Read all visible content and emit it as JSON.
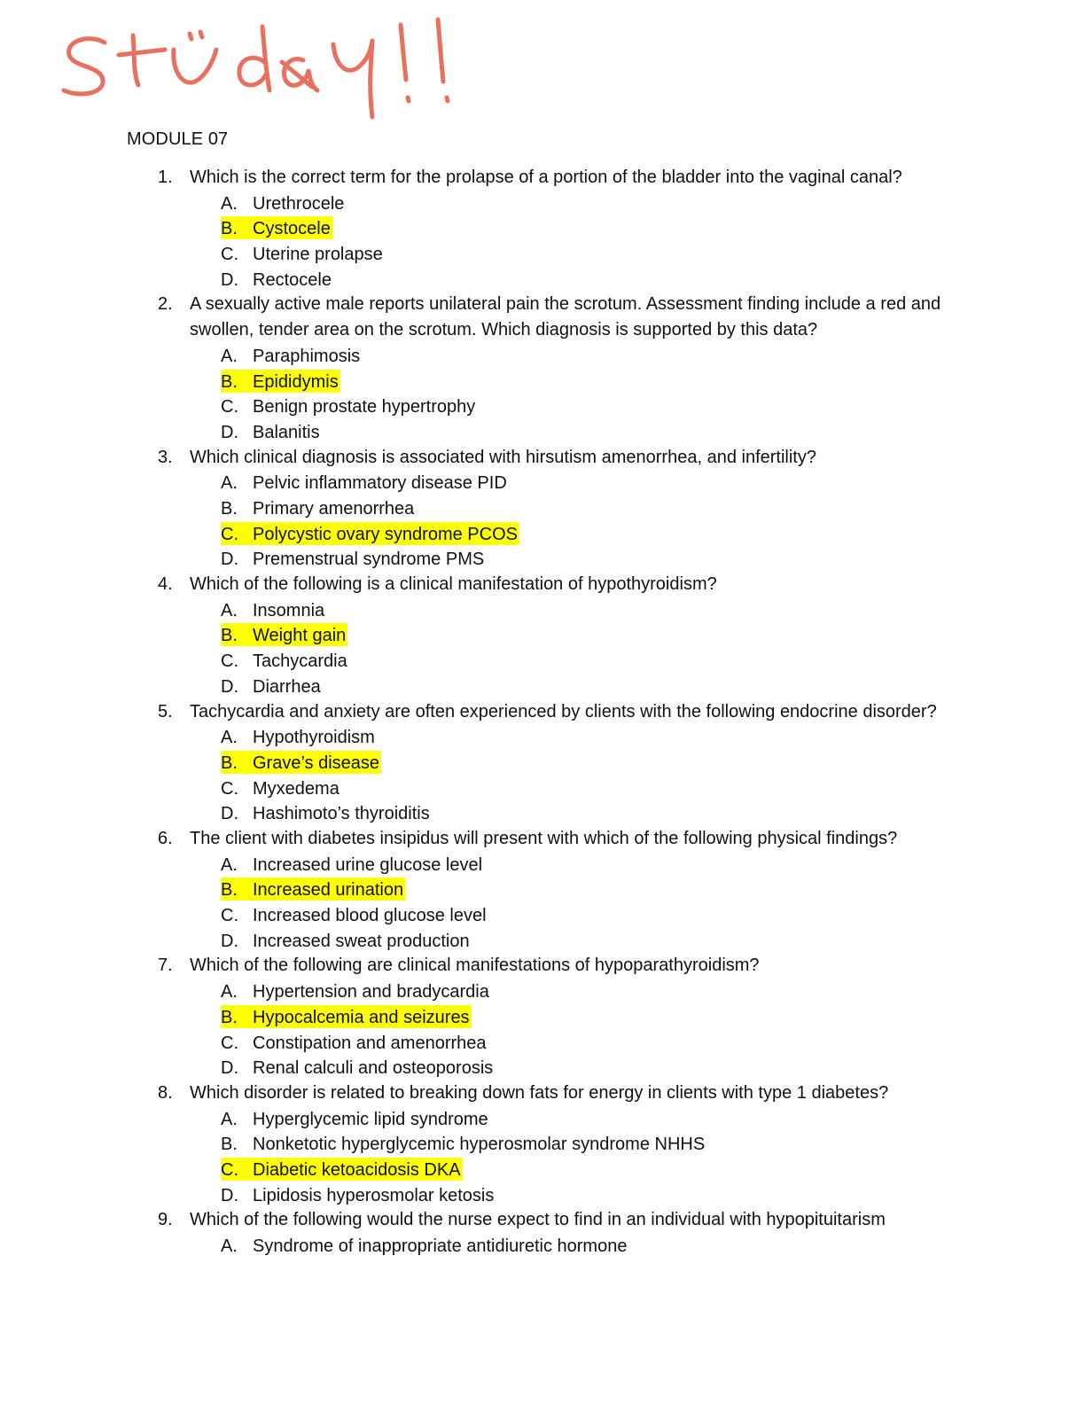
{
  "handwriting": "study!!",
  "heading": "MODULE 07",
  "colors": {
    "highlight": "#ffff00",
    "ink": "#e8705f"
  },
  "questions": [
    {
      "number": "1.",
      "text": "Which is the correct term for the prolapse of a portion of the bladder into the vaginal canal?",
      "options": [
        {
          "letter": "A.",
          "text": "Urethrocele",
          "highlighted": false
        },
        {
          "letter": "B.",
          "text": "Cystocele",
          "highlighted": true
        },
        {
          "letter": "C.",
          "text": "Uterine prolapse",
          "highlighted": false
        },
        {
          "letter": "D.",
          "text": "Rectocele",
          "highlighted": false
        }
      ]
    },
    {
      "number": "2.",
      "text": "A sexually active male reports unilateral pain the scrotum. Assessment finding include a red and swollen, tender area on the scrotum. Which diagnosis is supported by this data?",
      "options": [
        {
          "letter": "A.",
          "text": "Paraphimosis",
          "highlighted": false
        },
        {
          "letter": "B.",
          "text": "Epididymis",
          "highlighted": true
        },
        {
          "letter": "C.",
          "text": "Benign prostate hypertrophy",
          "highlighted": false
        },
        {
          "letter": "D.",
          "text": "Balanitis",
          "highlighted": false
        }
      ]
    },
    {
      "number": "3.",
      "text": "Which clinical diagnosis is associated with hirsutism amenorrhea, and infertility?",
      "options": [
        {
          "letter": "A.",
          "text": "Pelvic inflammatory disease PID",
          "highlighted": false
        },
        {
          "letter": "B.",
          "text": "Primary amenorrhea",
          "highlighted": false
        },
        {
          "letter": "C.",
          "text": "Polycystic ovary syndrome PCOS",
          "highlighted": true
        },
        {
          "letter": "D.",
          "text": "Premenstrual syndrome PMS",
          "highlighted": false
        }
      ]
    },
    {
      "number": "4.",
      "text": "Which of the following is a clinical manifestation of hypothyroidism?",
      "options": [
        {
          "letter": "A.",
          "text": "Insomnia",
          "highlighted": false
        },
        {
          "letter": "B.",
          "text": "Weight gain",
          "highlighted": true
        },
        {
          "letter": "C.",
          "text": "Tachycardia",
          "highlighted": false
        },
        {
          "letter": "D.",
          "text": "Diarrhea",
          "highlighted": false
        }
      ]
    },
    {
      "number": "5.",
      "text": "Tachycardia and anxiety are often experienced by clients with the following endocrine disorder?",
      "options": [
        {
          "letter": "A.",
          "text": "Hypothyroidism",
          "highlighted": false
        },
        {
          "letter": "B.",
          "text": "Grave’s disease",
          "highlighted": true
        },
        {
          "letter": "C.",
          "text": "Myxedema",
          "highlighted": false
        },
        {
          "letter": "D.",
          "text": "Hashimoto’s thyroiditis",
          "highlighted": false
        }
      ]
    },
    {
      "number": "6.",
      "text": "The client with diabetes insipidus will present with which of the following physical findings?",
      "options": [
        {
          "letter": "A.",
          "text": "Increased urine glucose level",
          "highlighted": false
        },
        {
          "letter": "B.",
          "text": "Increased urination",
          "highlighted": true
        },
        {
          "letter": "C.",
          "text": "Increased blood glucose level",
          "highlighted": false
        },
        {
          "letter": "D.",
          "text": "Increased sweat production",
          "highlighted": false
        }
      ]
    },
    {
      "number": "7.",
      "text": "Which of the following are clinical manifestations of hypoparathyroidism?",
      "options": [
        {
          "letter": "A.",
          "text": "Hypertension and bradycardia",
          "highlighted": false
        },
        {
          "letter": "B.",
          "text": "Hypocalcemia and seizures",
          "highlighted": true
        },
        {
          "letter": "C.",
          "text": "Constipation and amenorrhea",
          "highlighted": false
        },
        {
          "letter": "D.",
          "text": "Renal calculi and osteoporosis",
          "highlighted": false
        }
      ]
    },
    {
      "number": "8.",
      "text": "Which disorder is related to breaking down fats for energy in clients with type 1 diabetes?",
      "options": [
        {
          "letter": "A.",
          "text": "Hyperglycemic lipid syndrome",
          "highlighted": false
        },
        {
          "letter": "B.",
          "text": "Nonketotic hyperglycemic hyperosmolar syndrome NHHS",
          "highlighted": false
        },
        {
          "letter": "C.",
          "text": "Diabetic ketoacidosis DKA",
          "highlighted": true
        },
        {
          "letter": "D.",
          "text": "Lipidosis hyperosmolar ketosis",
          "highlighted": false
        }
      ]
    },
    {
      "number": "9.",
      "text": "Which of the following would the nurse expect to find in an individual with hypopituitarism",
      "options": [
        {
          "letter": "A.",
          "text": "Syndrome of inappropriate antidiuretic hormone",
          "highlighted": false
        }
      ]
    }
  ]
}
